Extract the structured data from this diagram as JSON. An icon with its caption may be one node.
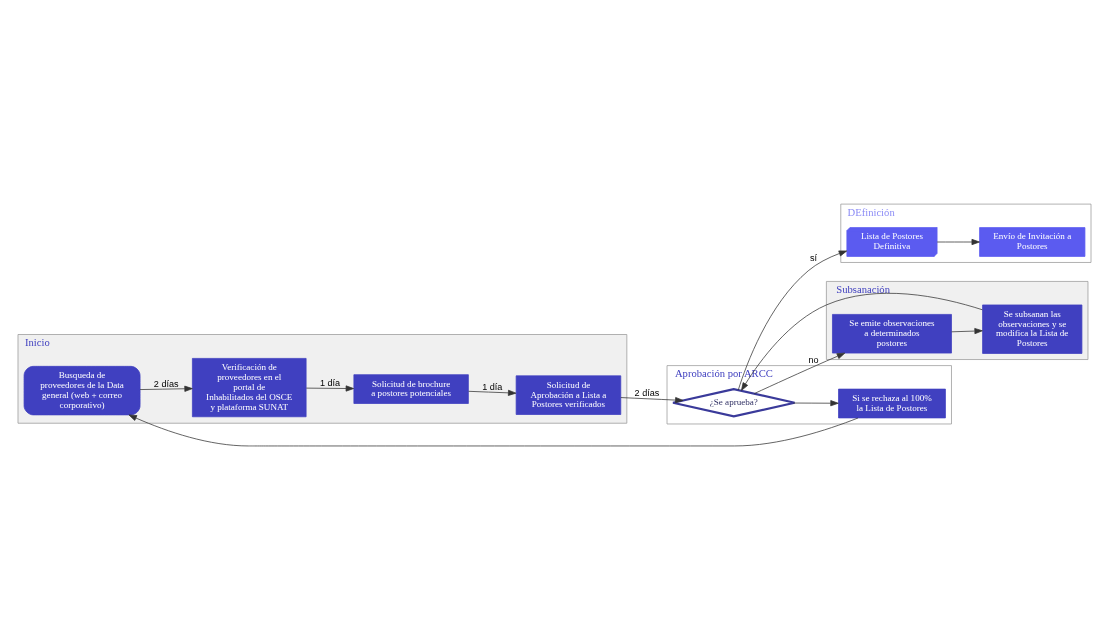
{
  "diagram": {
    "nodes": [
      {
        "text": [
          "Inicio"
        ]
      },
      {
        "text": [
          "Busqueda de proveedores de la Data general (web + correo corporativo)"
        ],
        "in": 0
      },
      {
        "text": [
          "Verificación de proveedores en el portal de Inhabilitados del OSCE y plataforma SUNAT"
        ],
        "in": 0
      },
      {
        "text": [
          "Solicitud de brochure a postores potenciales"
        ],
        "in": 0
      },
      {
        "text": [
          "Solicitud de Aprobación a Lista a Postores verificados"
        ],
        "in": 0
      },
      {
        "text": [
          "Aprobación por ARCC"
        ]
      },
      {
        "text": [
          "Si se rechaza al 100% la Lista de Postores"
        ],
        "in": 5
      },
      {
        "text": [
          "¿Se aprueba?"
        ],
        "in": 5
      },
      {
        "text": [
          "Subsanación"
        ]
      },
      {
        "text": [
          "Se subsanan las observaciones y se modifica la Lista de Postores"
        ],
        "in": 8
      },
      {
        "text": [
          "Se emite observaciones a determinados postores"
        ],
        "in": 8
      },
      {
        "text": [
          "DEfinición"
        ]
      },
      {
        "text": [
          "Envío de Invitación a Postores"
        ],
        "in": 11
      },
      {
        "text": [
          "Lista de Postores Definitiva"
        ],
        "in": 11
      }
    ],
    "edges": [
      {
        "from": 1,
        "to": 2,
        "arrow": "to",
        "label": "2 días"
      },
      {
        "from": 2,
        "to": 3,
        "arrow": "to",
        "label": "1 día"
      },
      {
        "from": 3,
        "to": 4,
        "arrow": "to",
        "label": "1 día"
      },
      {
        "from": 4,
        "to": 7,
        "arrow": "to",
        "label": "2 días"
      },
      {
        "from": 7,
        "to": 6,
        "arrow": "to"
      },
      {
        "from": 7,
        "to": 10,
        "arrow": "to",
        "label": "no"
      },
      {
        "from": 6,
        "to": 1,
        "arrow": "to"
      },
      {
        "from": 10,
        "to": 9,
        "arrow": "to"
      },
      {
        "from": 9,
        "to": 7,
        "arrow": "to"
      },
      {
        "from": 7,
        "to": 13,
        "arrow": "to",
        "label": "sí"
      },
      {
        "from": 13,
        "to": 12,
        "arrow": "to"
      }
    ]
  }
}
